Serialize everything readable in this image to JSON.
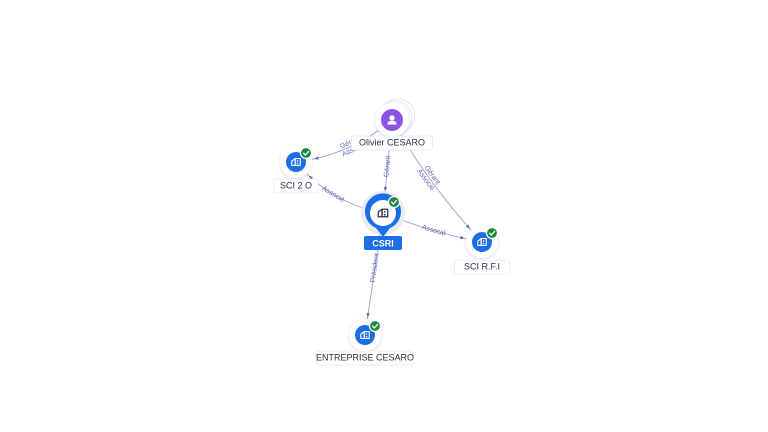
{
  "diagram": {
    "colors": {
      "company": "#1a6fe6",
      "person": "#8a55e6",
      "check": "#1c8a3e",
      "edge": "#9aa0c2",
      "edge_label": "#5b64b8",
      "focus_badge": "#1a6fe6"
    },
    "nodes": [
      {
        "id": "olivier",
        "label": "Olivier CESARO",
        "kind": "person",
        "icon": "person-icon",
        "verified": false
      },
      {
        "id": "sci2o",
        "label": "SCI 2 O",
        "kind": "company",
        "icon": "building-icon",
        "verified": true
      },
      {
        "id": "csri",
        "label": "CSRI",
        "kind": "company-focus",
        "icon": "building-icon",
        "verified": true
      },
      {
        "id": "scirfi",
        "label": "SCI R.F.I",
        "kind": "company",
        "icon": "building-icon",
        "verified": true
      },
      {
        "id": "entreprise",
        "label": "ENTREPRISE CESARO",
        "kind": "company",
        "icon": "building-icon",
        "verified": true
      }
    ],
    "edges": [
      {
        "from": "olivier",
        "to": "sci2o",
        "labels": [
          "Gérant",
          "Associé"
        ]
      },
      {
        "from": "olivier",
        "to": "csri",
        "labels": [
          "Gérant"
        ]
      },
      {
        "from": "olivier",
        "to": "scirfi",
        "labels": [
          "Gérant",
          "Associé"
        ]
      },
      {
        "from": "csri",
        "to": "sci2o",
        "labels": [
          "Associé"
        ]
      },
      {
        "from": "csri",
        "to": "scirfi",
        "labels": [
          "Associé"
        ]
      },
      {
        "from": "csri",
        "to": "entreprise",
        "labels": [
          "Président"
        ]
      }
    ]
  }
}
